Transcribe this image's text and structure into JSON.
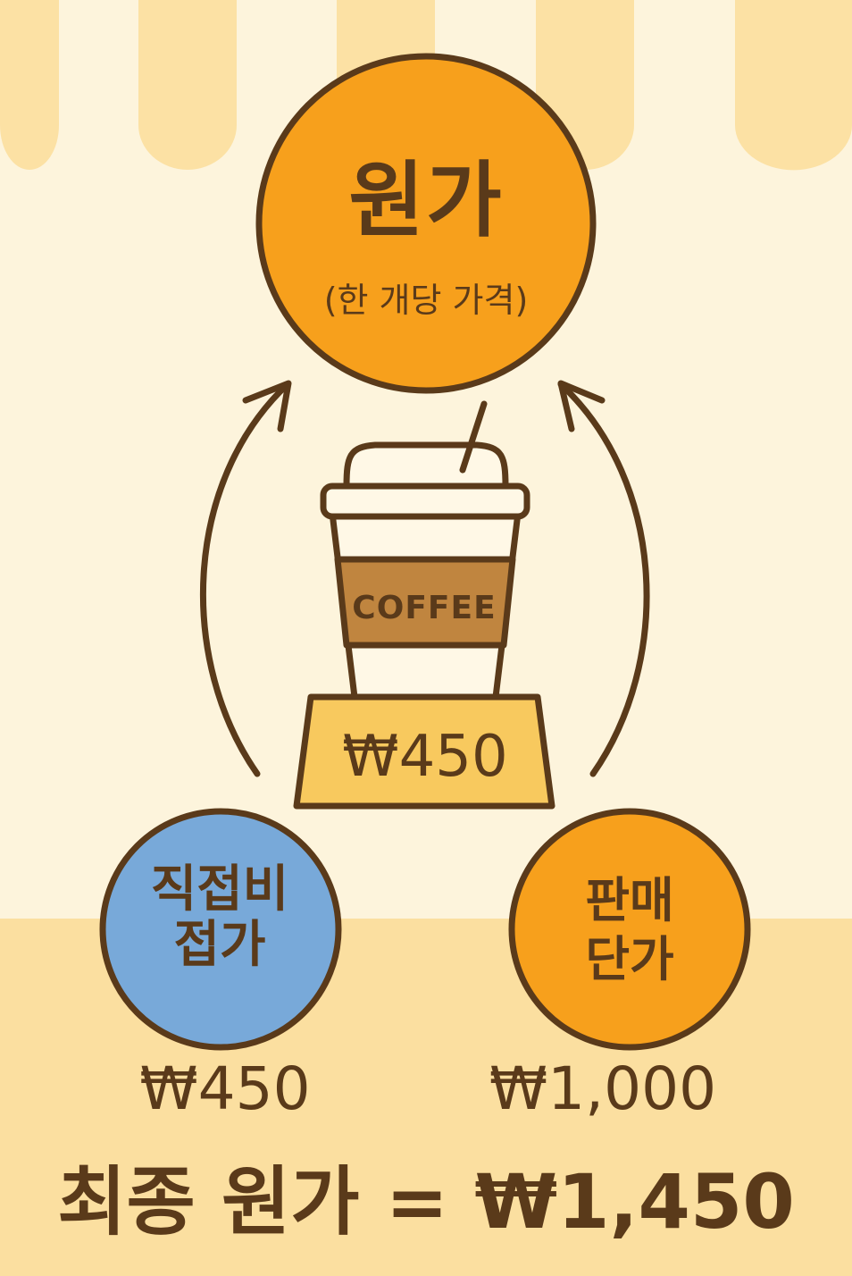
{
  "colors": {
    "background": "#FDF4DC",
    "floor": "#FBDFA0",
    "awning": "#FCE1A4",
    "outline": "#5A3A1A",
    "orange": "#F7A01C",
    "blue": "#78A9D9",
    "sleeve": "#C0853F",
    "coaster": "#F8C95E"
  },
  "top_node": {
    "title": "원가",
    "subtitle": "(한 개당 가격)"
  },
  "cup": {
    "sleeve_label": "COFFEE",
    "icon": "coffee-cup-icon",
    "price": "₩450"
  },
  "left_node": {
    "line1": "직접비",
    "line2": "접가",
    "price": "₩450"
  },
  "right_node": {
    "line1": "판매",
    "line2": "단가",
    "price": "₩1,000"
  },
  "total": "최종 원가 = ₩1,450"
}
